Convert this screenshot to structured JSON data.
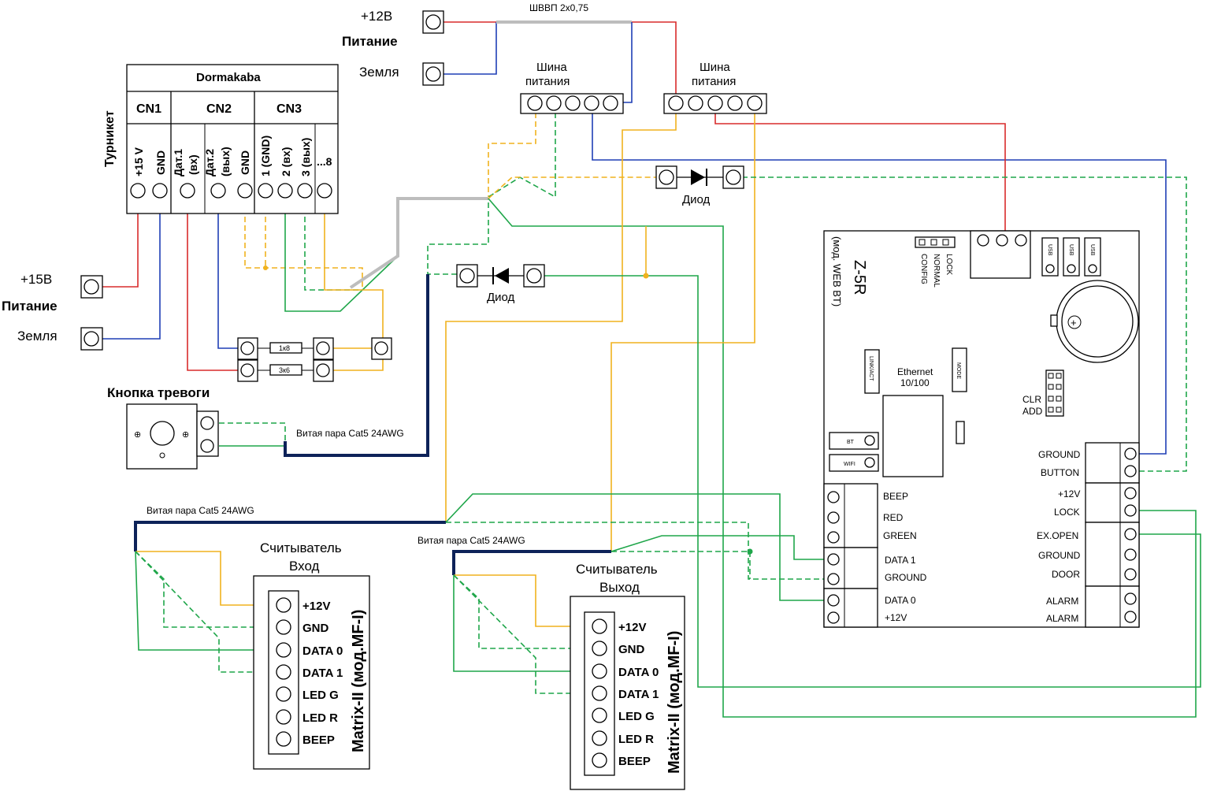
{
  "supply_12v": {
    "plus_label": "+12В",
    "power_label": "Питание",
    "ground_label": "Земля",
    "cable_label": "ШВВП 2х0,75"
  },
  "supply_15v": {
    "plus_label": "+15В",
    "power_label": "Питание",
    "ground_label": "Земля"
  },
  "bus": {
    "left_label_1": "Шина",
    "left_label_2": "питания",
    "right_label_1": "Шина",
    "right_label_2": "питания"
  },
  "turnstile": {
    "side_label": "Турникет",
    "brand": "Dormakaba",
    "groups": [
      "CN1",
      "CN2",
      "CN3"
    ],
    "pins": [
      "+15 V",
      "GND",
      "Дат.1",
      "(вх)",
      "Дат.2",
      "(вых)",
      "GND",
      "1 (GND)",
      "2 (вх)",
      "3 (вых)",
      "...8"
    ]
  },
  "resistors": [
    "1к8",
    "3к6"
  ],
  "diodes": [
    "Диод",
    "Диод"
  ],
  "alarm_button": {
    "label": "Кнопка тревоги"
  },
  "cables": [
    "Витая пара Cat5 24AWG",
    "Витая пара Cat5 24AWG",
    "Витая пара Cat5 24AWG"
  ],
  "reader_in": {
    "title_1": "Считыватель",
    "title_2": "Вход",
    "model": "Matrix-II (мод.MF-I)",
    "pins": [
      "+12V",
      "GND",
      "DATA 0",
      "DATA 1",
      "LED G",
      "LED R",
      "BEEP"
    ]
  },
  "reader_out": {
    "title_1": "Считыватель",
    "title_2": "Выход",
    "model": "Matrix-II (мод.MF-I)",
    "pins": [
      "+12V",
      "GND",
      "DATA 0",
      "DATA 1",
      "LED G",
      "LED R",
      "BEEP"
    ]
  },
  "controller": {
    "name": "Z-5R",
    "model": "(мод. WEB BT)",
    "modes": [
      "LOCK",
      "NORMAL",
      "CONFIG"
    ],
    "usb": [
      "USB",
      "USB",
      "USB"
    ],
    "ethernet_1": "Ethernet",
    "ethernet_2": "10/100",
    "link_label": "LINK/ACT",
    "mode_label": "MODE",
    "bt_label": "BT",
    "wifi_label": "WIFI",
    "clr_label": "CLR",
    "add_label": "ADD",
    "left_terms": [
      "BEEP",
      "RED",
      "GREEN",
      "DATA 1",
      "GROUND",
      "DATA 0",
      "+12V"
    ],
    "right_terms": [
      "GROUND",
      "BUTTON",
      "+12V",
      "LOCK",
      "EX.OPEN",
      "GROUND",
      "DOOR",
      "ALARM",
      "ALARM"
    ]
  },
  "colors": {
    "red": "#d92b2b",
    "blue": "#1f3fb5",
    "green": "#1fa64a",
    "yellow": "#f0b21e",
    "grey": "#bdbdbd",
    "navy": "#0d2259"
  }
}
